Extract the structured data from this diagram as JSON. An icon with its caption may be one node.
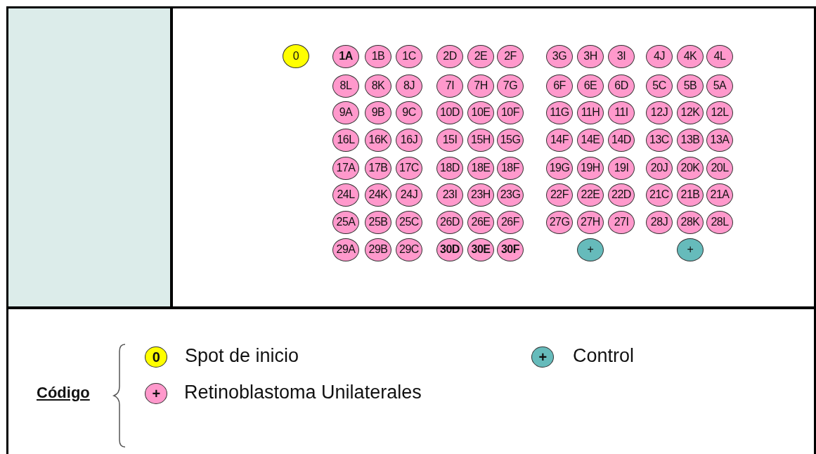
{
  "diagram": {
    "nodes": [
      {
        "text": [
          "0"
        ]
      },
      {
        "text": [
          "1A"
        ]
      },
      {
        "text": [
          "1B"
        ]
      },
      {
        "text": [
          "1C"
        ]
      },
      {
        "text": [
          "2D"
        ]
      },
      {
        "text": [
          "2E"
        ]
      },
      {
        "text": [
          "2F"
        ]
      },
      {
        "text": [
          "3G"
        ]
      },
      {
        "text": [
          "3H"
        ]
      },
      {
        "text": [
          "3I"
        ]
      },
      {
        "text": [
          "4J"
        ]
      },
      {
        "text": [
          "4K"
        ]
      },
      {
        "text": [
          "4L"
        ]
      },
      {
        "text": [
          "8L"
        ]
      },
      {
        "text": [
          "8K"
        ]
      },
      {
        "text": [
          "8J"
        ]
      },
      {
        "text": [
          "7I"
        ]
      },
      {
        "text": [
          "7H"
        ]
      },
      {
        "text": [
          "7G"
        ]
      },
      {
        "text": [
          "6F"
        ]
      },
      {
        "text": [
          "6E"
        ]
      },
      {
        "text": [
          "6D"
        ]
      },
      {
        "text": [
          "5C"
        ]
      },
      {
        "text": [
          "5B"
        ]
      },
      {
        "text": [
          "5A"
        ]
      },
      {
        "text": [
          "9A"
        ]
      },
      {
        "text": [
          "9B"
        ]
      },
      {
        "text": [
          "9C"
        ]
      },
      {
        "text": [
          "10D"
        ]
      },
      {
        "text": [
          "10E"
        ]
      },
      {
        "text": [
          "10F"
        ]
      },
      {
        "text": [
          "11G"
        ]
      },
      {
        "text": [
          "11H"
        ]
      },
      {
        "text": [
          "11I"
        ]
      },
      {
        "text": [
          "12J"
        ]
      },
      {
        "text": [
          "12K"
        ]
      },
      {
        "text": [
          "12L"
        ]
      },
      {
        "text": [
          "16L"
        ]
      },
      {
        "text": [
          "16K"
        ]
      },
      {
        "text": [
          "16J"
        ]
      },
      {
        "text": [
          "15I"
        ]
      },
      {
        "text": [
          "15H"
        ]
      },
      {
        "text": [
          "15G"
        ]
      },
      {
        "text": [
          "14F"
        ]
      },
      {
        "text": [
          "14E"
        ]
      },
      {
        "text": [
          "14D"
        ]
      },
      {
        "text": [
          "13C"
        ]
      },
      {
        "text": [
          "13B"
        ]
      },
      {
        "text": [
          "13A"
        ]
      },
      {
        "text": [
          "17A"
        ]
      },
      {
        "text": [
          "17B"
        ]
      },
      {
        "text": [
          "17C"
        ]
      },
      {
        "text": [
          "18D"
        ]
      },
      {
        "text": [
          "18E"
        ]
      },
      {
        "text": [
          "18F"
        ]
      },
      {
        "text": [
          "19G"
        ]
      },
      {
        "text": [
          "19H"
        ]
      },
      {
        "text": [
          "19I"
        ]
      },
      {
        "text": [
          "20J"
        ]
      },
      {
        "text": [
          "20K"
        ]
      },
      {
        "text": [
          "20L"
        ]
      },
      {
        "text": [
          "24L"
        ]
      },
      {
        "text": [
          "24K"
        ]
      },
      {
        "text": [
          "24J"
        ]
      },
      {
        "text": [
          "23I"
        ]
      },
      {
        "text": [
          "23H"
        ]
      },
      {
        "text": [
          "23G"
        ]
      },
      {
        "text": [
          "22F"
        ]
      },
      {
        "text": [
          "22E"
        ]
      },
      {
        "text": [
          "22D"
        ]
      },
      {
        "text": [
          "21C"
        ]
      },
      {
        "text": [
          "21B"
        ]
      },
      {
        "text": [
          "21A"
        ]
      },
      {
        "text": [
          "25A"
        ]
      },
      {
        "text": [
          "25B"
        ]
      },
      {
        "text": [
          "25C"
        ]
      },
      {
        "text": [
          "26D"
        ]
      },
      {
        "text": [
          "26E"
        ]
      },
      {
        "text": [
          "26F"
        ]
      },
      {
        "text": [
          "27G"
        ]
      },
      {
        "text": [
          "27H"
        ]
      },
      {
        "text": [
          "27I"
        ]
      },
      {
        "text": [
          "28J"
        ]
      },
      {
        "text": [
          "28K"
        ]
      },
      {
        "text": [
          "28L"
        ]
      },
      {
        "text": [
          "29A"
        ]
      },
      {
        "text": [
          "29B"
        ]
      },
      {
        "text": [
          "29C"
        ]
      },
      {
        "text": [
          "30D"
        ]
      },
      {
        "text": [
          "30E"
        ]
      },
      {
        "text": [
          "30F"
        ]
      },
      {
        "text": [
          "+"
        ]
      },
      {
        "text": [
          "+"
        ]
      },
      {
        "text": [
          "0"
        ],
        "beside": [
          "Spot de inicio"
        ]
      },
      {
        "text": [
          "+"
        ],
        "beside": [
          "Control"
        ]
      },
      {
        "text": [
          "+"
        ],
        "beside": [
          "Retinoblastoma Unilaterales"
        ]
      }
    ],
    "edges": [],
    "labels": [
      "Código"
    ]
  }
}
